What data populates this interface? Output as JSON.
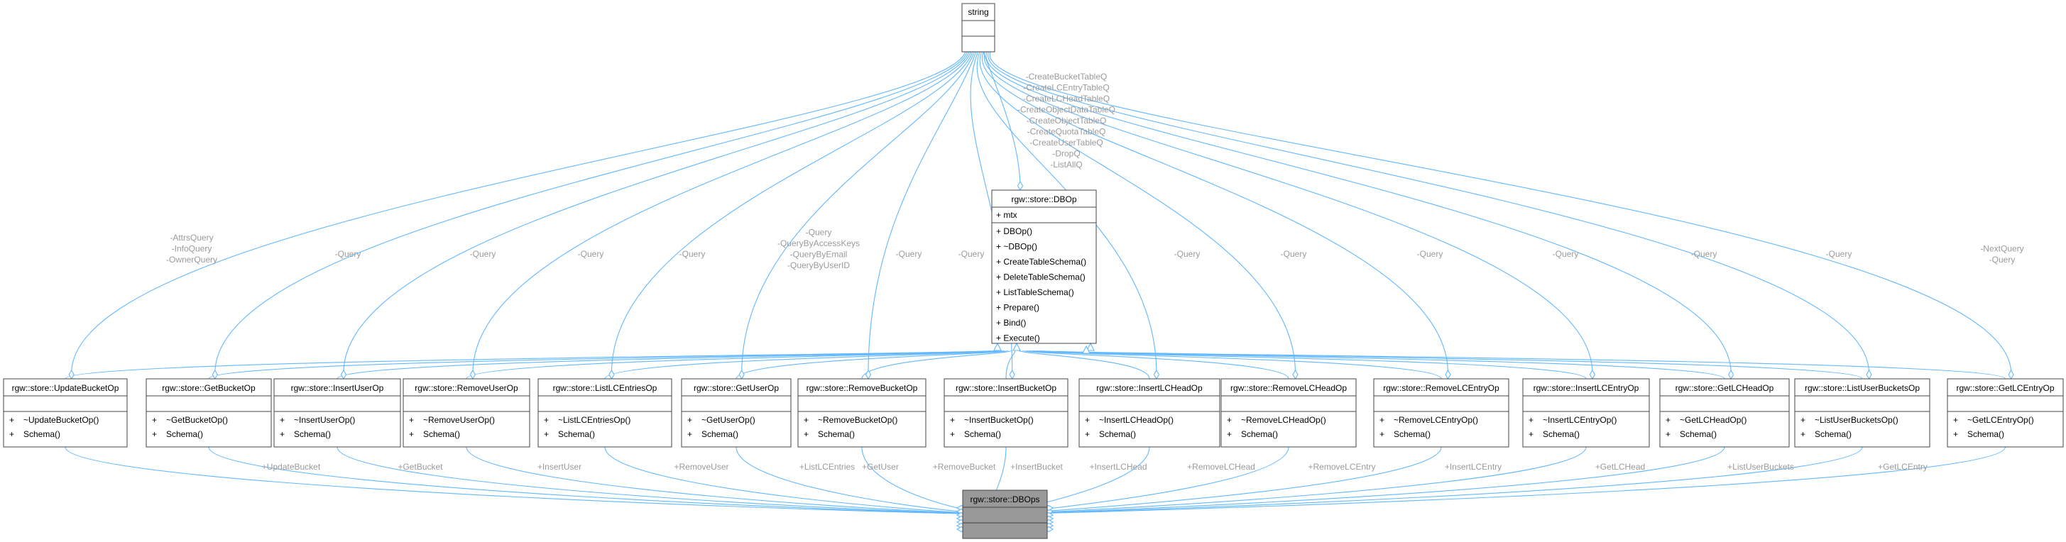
{
  "string_class": {
    "title": "string"
  },
  "dbop": {
    "title": "rgw::store::DBOp",
    "attributes": [
      "+ mtx"
    ],
    "methods": [
      "+ DBOp()",
      "+ ~DBOp()",
      "+ CreateTableSchema()",
      "+ DeleteTableSchema()",
      "+ ListTableSchema()",
      "+ Prepare()",
      "+ Bind()",
      "+ Execute()"
    ],
    "string_edge_labels": [
      "-CreateBucketTableQ",
      "-CreateLCEntryTableQ",
      "-CreateLCHeadTableQ",
      "-CreateObjectDataTableQ",
      "-CreateObjectTableQ",
      "-CreateQuotaTableQ",
      "-CreateUserTableQ",
      "-DropQ",
      "-ListAllQ"
    ]
  },
  "dbops": {
    "title": "rgw::store::DBOps"
  },
  "ops": [
    {
      "name": "rgw::store::UpdateBucketOp",
      "methods": [
        "+ ~UpdateBucketOp()",
        "+ Schema()"
      ],
      "query_labels": [
        "-AttrsQuery",
        "-InfoQuery",
        "-OwnerQuery"
      ],
      "member_label": "+UpdateBucket"
    },
    {
      "name": "rgw::store::GetBucketOp",
      "methods": [
        "+ ~GetBucketOp()",
        "+ Schema()"
      ],
      "query_labels": [
        "-Query"
      ],
      "member_label": "+GetBucket"
    },
    {
      "name": "rgw::store::InsertUserOp",
      "methods": [
        "+ ~InsertUserOp()",
        "+ Schema()"
      ],
      "query_labels": [
        "-Query"
      ],
      "member_label": "+InsertUser"
    },
    {
      "name": "rgw::store::RemoveUserOp",
      "methods": [
        "+ ~RemoveUserOp()",
        "+ Schema()"
      ],
      "query_labels": [
        "-Query"
      ],
      "member_label": "+RemoveUser"
    },
    {
      "name": "rgw::store::ListLCEntriesOp",
      "methods": [
        "+ ~ListLCEntriesOp()",
        "+ Schema()"
      ],
      "query_labels": [
        "-Query"
      ],
      "member_label": "+ListLCEntries"
    },
    {
      "name": "rgw::store::GetUserOp",
      "methods": [
        "+ ~GetUserOp()",
        "+ Schema()"
      ],
      "query_labels": [
        "-Query",
        "-QueryByAccessKeys",
        "-QueryByEmail",
        "-QueryByUserID"
      ],
      "member_label": "+GetUser"
    },
    {
      "name": "rgw::store::RemoveBucketOp",
      "methods": [
        "+ ~RemoveBucketOp()",
        "+ Schema()"
      ],
      "query_labels": [
        "-Query"
      ],
      "member_label": "+RemoveBucket"
    },
    {
      "name": "rgw::store::InsertBucketOp",
      "methods": [
        "+ ~InsertBucketOp()",
        "+ Schema()"
      ],
      "query_labels": [
        "-Query"
      ],
      "member_label": "+InsertBucket"
    },
    {
      "name": "rgw::store::InsertLCHeadOp",
      "methods": [
        "+ ~InsertLCHeadOp()",
        "+ Schema()"
      ],
      "query_labels": [
        "-Query"
      ],
      "member_label": "+InsertLCHead"
    },
    {
      "name": "rgw::store::RemoveLCHeadOp",
      "methods": [
        "+ ~RemoveLCHeadOp()",
        "+ Schema()"
      ],
      "query_labels": [
        "-Query"
      ],
      "member_label": "+RemoveLCHead"
    },
    {
      "name": "rgw::store::RemoveLCEntryOp",
      "methods": [
        "+ ~RemoveLCEntryOp()",
        "+ Schema()"
      ],
      "query_labels": [
        "-Query"
      ],
      "member_label": "+RemoveLCEntry"
    },
    {
      "name": "rgw::store::InsertLCEntryOp",
      "methods": [
        "+ ~InsertLCEntryOp()",
        "+ Schema()"
      ],
      "query_labels": [
        "-Query"
      ],
      "member_label": "+InsertLCEntry"
    },
    {
      "name": "rgw::store::GetLCHeadOp",
      "methods": [
        "+ ~GetLCHeadOp()",
        "+ Schema()"
      ],
      "query_labels": [
        "-Query"
      ],
      "member_label": "+GetLCHead"
    },
    {
      "name": "rgw::store::ListUserBucketsOp",
      "methods": [
        "+ ~ListUserBucketsOp()",
        "+ Schema()"
      ],
      "query_labels": [
        "-Query"
      ],
      "member_label": "+ListUserBuckets"
    },
    {
      "name": "rgw::store::GetLCEntryOp",
      "methods": [
        "+ ~GetLCEntryOp()",
        "+ Schema()"
      ],
      "query_labels": [
        "-NextQuery",
        "-Query"
      ],
      "member_label": "+GetLCEntry"
    }
  ],
  "colors": {
    "edge": "#63b8ff",
    "edge_label": "#9a9a9a",
    "box_stroke": "#444444",
    "highlight_fill": "#999999"
  }
}
